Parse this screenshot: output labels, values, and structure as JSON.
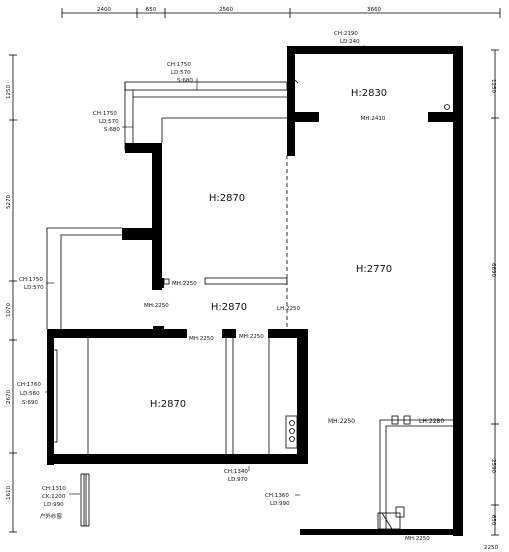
{
  "dimensions": {
    "top": [
      "2400",
      "650",
      "2560",
      "3660"
    ],
    "left": [
      "1250",
      "5270",
      "1070",
      "2670",
      "1610"
    ],
    "right": [
      "1250",
      "6690",
      "2590",
      "650"
    ]
  },
  "rooms": {
    "top_right_height": "H:2830",
    "top_right_mh": "MH:2410",
    "top_left_height": "H:2870",
    "right_main_height": "H:2770",
    "corridor_height": "H:2870",
    "bottom_left_height": "H:2870"
  },
  "labels": {
    "mh_2250_a": "MH:2250",
    "mh_2250_b": "MH:2250",
    "mh_2250_c": "MH:2250",
    "mh_2250_d": "MH:2250",
    "mh_2250_e": "MH:2250",
    "mh_2250_f": "MH:2250",
    "lh_2250": "LH:2250",
    "lh_2280": "LH:2280",
    "stamp": "2250"
  },
  "windows": {
    "top": [
      "CH:2190",
      "LD:240"
    ],
    "balcony_top": [
      "CH:1750",
      "LD:570",
      "S:680"
    ],
    "balcony_side": [
      "CH:1750",
      "LD:570",
      "S:680"
    ],
    "left_mid": [
      "CH:1750",
      "LD:570"
    ],
    "left_low": [
      "CH:1760",
      "LD:560",
      "S:690"
    ],
    "bottom_mid": [
      "CH:1340",
      "LD:970"
    ],
    "bottom_right": [
      "CH:1360",
      "LD:990"
    ],
    "exterior": [
      "CH:1310",
      "CK:1200",
      "LD:990"
    ],
    "exterior_note": "户外纱窗"
  }
}
